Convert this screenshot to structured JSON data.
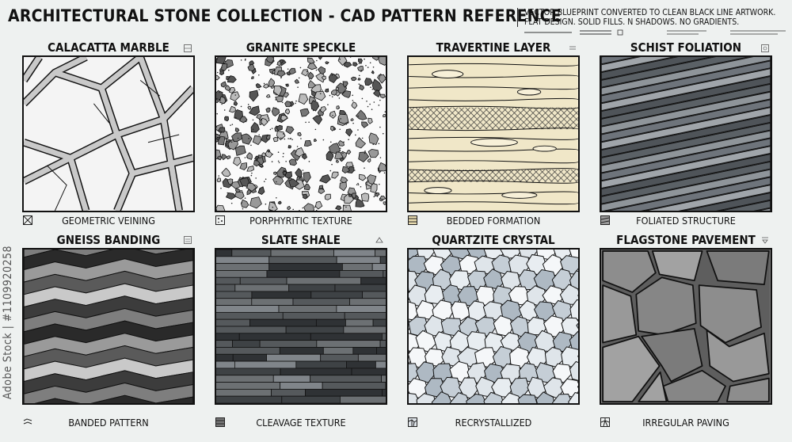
{
  "header": {
    "title": "ARCHITECTURAL STONE COLLECTION - CAD PATTERN REFERENCE",
    "note_line1": "VECTOR BLUEPRINT CONVERTED TO CLEAN BLACK LINE ARTWORK.",
    "note_line2": "FLAT DESIGN. SOLID FILLS. N    SHADOWS. NO GRADIENTS."
  },
  "tiles": [
    {
      "title": "CALACATTA MARBLE",
      "caption": "GEOMETRIC VEINING"
    },
    {
      "title": "GRANITE SPECKLE",
      "caption": "PORPHYRITIC TEXTURE"
    },
    {
      "title": "TRAVERTINE LAYER",
      "caption": "BEDDED FORMATION"
    },
    {
      "title": "SCHIST FOLIATION",
      "caption": "FOLIATED STRUCTURE"
    },
    {
      "title": "GNEISS BANDING",
      "caption": "BANDED PATTERN"
    },
    {
      "title": "SLATE SHALE",
      "caption": "CLEAVAGE TEXTURE"
    },
    {
      "title": "QUARTZITE CRYSTAL",
      "caption": "RECRYSTALLIZED"
    },
    {
      "title": "FLAGSTONE PAVEMENT",
      "caption": "IRREGULAR PAVING"
    }
  ],
  "watermark": "Adobe Stock | #1109920258",
  "colors": {
    "outline": "#111111",
    "marble_fill": "#f4f4f4",
    "marble_vein": "#c9c9c9",
    "granite_chip": "#7b7b7b",
    "travertine": "#f0e7c8",
    "schist": "#6e747b",
    "gneiss_dark": "#2a2a2a",
    "slate": "#55595c",
    "quartzite": "#c5ced6",
    "flagstone": "#8d8d8d"
  }
}
